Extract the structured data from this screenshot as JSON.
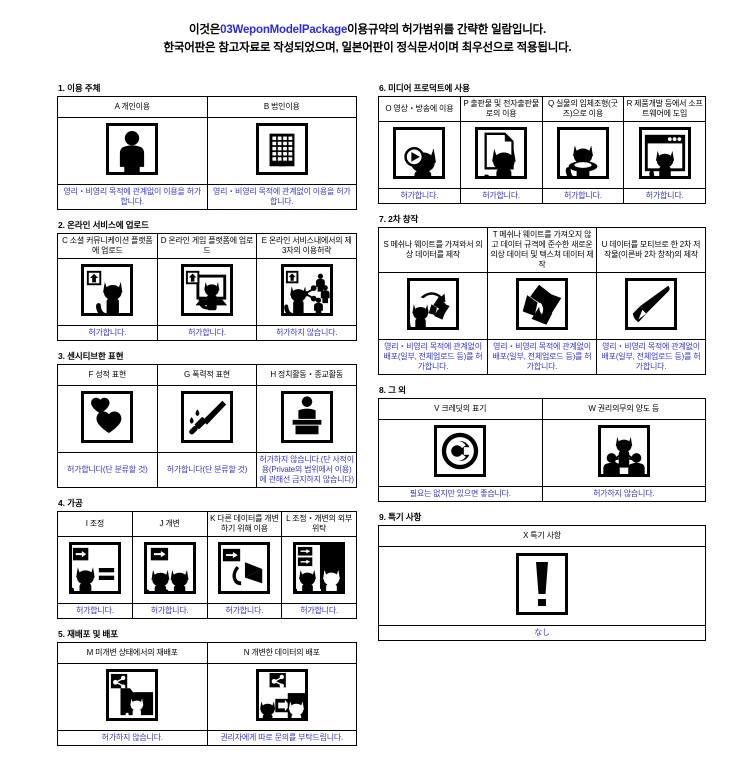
{
  "header": {
    "line1_pre": "이것은",
    "line1_hl": "03WeponModelPackage",
    "line1_post": "이용규약의 허가범위를 간략한 일람입니다.",
    "line2": "한국어판은 참고자료로 작성되었으며, 일본어판이 정식문서이며 최우선으로 적용됩니다."
  },
  "colors": {
    "accent": "#2a2ae0",
    "note": "#3535cc",
    "text": "#000000",
    "background": "#ffffff"
  },
  "sections": [
    {
      "id": "s1",
      "title": "1. 이용 주체",
      "cells": [
        {
          "code": "A",
          "header": "A 개인이용",
          "icon": "person-icon",
          "note": "영리・비영리 목적에 관계없이 이용을 허가합니다."
        },
        {
          "code": "B",
          "header": "B 법인이용",
          "icon": "building-icon",
          "note": "영리・비영리 목적에 관계없이 이용을 허가합니다."
        }
      ]
    },
    {
      "id": "s2",
      "title": "2. 온라인 서비스에 업로드",
      "cells": [
        {
          "code": "C",
          "header": "C 소셜 커뮤니케이션 플랫폼에 업로드",
          "icon": "upload-cat-icon",
          "note": "허가합니다."
        },
        {
          "code": "D",
          "header": "D 온라인 게임 플랫폼에 업로드",
          "icon": "upload-monitor-cat-icon",
          "note": "허가합니다."
        },
        {
          "code": "E",
          "header": "E 온라인 서비스내에서의 제 3자의 이용허락",
          "icon": "upload-share-people-icon",
          "note": "허가하지 않습니다."
        }
      ]
    },
    {
      "id": "s3",
      "title": "3. 센시티브한 표현",
      "cells": [
        {
          "code": "F",
          "header": "F 성적 표현",
          "icon": "hearts-icon",
          "note": "허가합니다(단 분류할 것)"
        },
        {
          "code": "G",
          "header": "G 폭력적 표현",
          "icon": "knife-blood-icon",
          "note": "허가합니다(단 분류할 것)"
        },
        {
          "code": "H",
          "header": "H 정치활동・종교활동",
          "icon": "podium-speaker-icon",
          "note": "허가하지 않습니다.(단 사적이용(Private의 범위에서 이용)에 관해선 금지하지 않습니다)"
        }
      ]
    },
    {
      "id": "s4",
      "title": "4. 가공",
      "cells": [
        {
          "code": "I",
          "header": "I 조정",
          "icon": "arrow-cat-equals-icon",
          "note": "허가합니다."
        },
        {
          "code": "J",
          "header": "J 개변",
          "icon": "arrow-two-cats-icon",
          "note": "허가합니다."
        },
        {
          "code": "K",
          "header": "K 다른 데이터를 개변하기 위해 이용",
          "icon": "arrow-shape-icon",
          "note": "허가합니다."
        },
        {
          "code": "L",
          "header": "L 조정・개변의 외부위탁",
          "icon": "arrows-two-cats-split-icon",
          "note": "허가합니다."
        }
      ]
    },
    {
      "id": "s5",
      "title": "5. 재배포 및 배포",
      "cells": [
        {
          "code": "M",
          "header": "M 미개변 상태에서의 재배포",
          "icon": "share-folder-cat-icon",
          "note": "허가하지 않습니다."
        },
        {
          "code": "N",
          "header": "N 개변한 데이터의 배포",
          "icon": "share-cat-arrow-cat-icon",
          "note": "권리자에게 따로 문의를 부탁드립니다."
        }
      ]
    },
    {
      "id": "s6",
      "title": "6. 미디어 프로덕트에 사용",
      "cells": [
        {
          "code": "O",
          "header": "O 영상・방송에 이용",
          "icon": "play-cat-icon",
          "note": "허가합니다."
        },
        {
          "code": "P",
          "header": "P 출판물 및 전자출판물로의 이용",
          "icon": "document-cat-icon",
          "note": "허가합니다."
        },
        {
          "code": "Q",
          "header": "Q 실물의 입체조형(굿즈)으로 이용",
          "icon": "figurine-cat-icon",
          "note": "허가합니다."
        },
        {
          "code": "R",
          "header": "R 제품개발 등에서 소프트웨어에 도입",
          "icon": "window-cat-icon",
          "note": "허가합니다."
        }
      ]
    },
    {
      "id": "s7",
      "title": "7. 2차 창작",
      "cells": [
        {
          "code": "S",
          "header": "S 메쉬나 웨이트를 가져와서 의상 데이터를 제작",
          "icon": "cat-arrow-cloth-icon",
          "note": "영리・비영리 목적에 관계없이 배포(일부, 전체업로드 등)를 허가합니다."
        },
        {
          "code": "T",
          "header": "T 메쉬나 웨이트를 가져오지 않고 데이터 규격에 준수한 새로운 의상 데이터 및 텍스쳐 데이터 제작",
          "icon": "cloth-icon",
          "note": "영리・비영리 목적에 관계없이 배포(일부, 전체업로드 등)를 허가합니다."
        },
        {
          "code": "U",
          "header": "U 데이터를 모티브로 한 2차 저작물(이른바 2차 창작)의 제작",
          "icon": "paintbrush-icon",
          "note": "영리・비영리 목적에 관계없이 배포(일부, 전체업로드 등)를 허가합니다."
        }
      ]
    },
    {
      "id": "s8",
      "title": "8. 그 외",
      "cells": [
        {
          "code": "V",
          "header": "V 크레딧의 표기",
          "icon": "copyright-icon",
          "note": "필요는 없지만 있으면 좋습니다."
        },
        {
          "code": "W",
          "header": "W 권리의무의 양도 등",
          "icon": "transfer-people-cat-icon",
          "note": "허가하지 않습니다."
        }
      ]
    },
    {
      "id": "s9",
      "title": "9. 특기 사항",
      "cells": [
        {
          "code": "X",
          "header": "X 특기 사항",
          "icon": "exclamation-icon",
          "note": "なし"
        }
      ]
    }
  ]
}
